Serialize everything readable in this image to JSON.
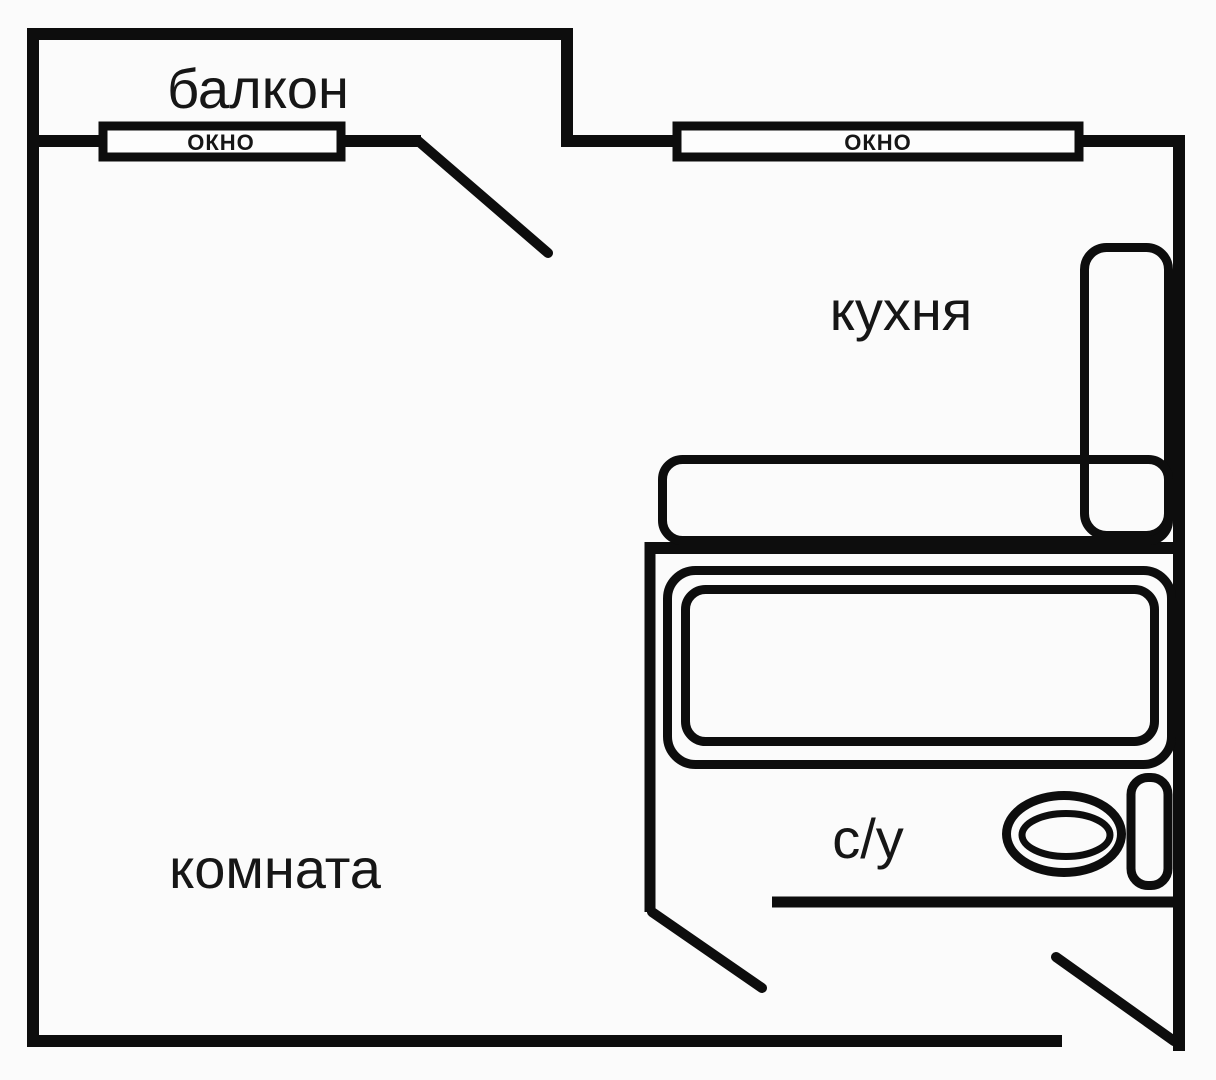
{
  "palette": {
    "ink": "#0d0d0d",
    "background": "#fbfbfb",
    "label_color": "#161616"
  },
  "floorplan": {
    "rooms": {
      "balcony": {
        "label": "балкон"
      },
      "kitchen": {
        "label": "кухня"
      },
      "living_room": {
        "label": "комната"
      },
      "bathroom": {
        "label": "с/у"
      }
    },
    "windows": [
      {
        "label": "ОКНО"
      },
      {
        "label": "ОКНО"
      }
    ],
    "fixtures": [
      "fridge",
      "kitchen-counter",
      "bathtub",
      "toilet",
      "balcony-door-swing",
      "bathroom-door-swing",
      "entrance-door-swing"
    ]
  }
}
